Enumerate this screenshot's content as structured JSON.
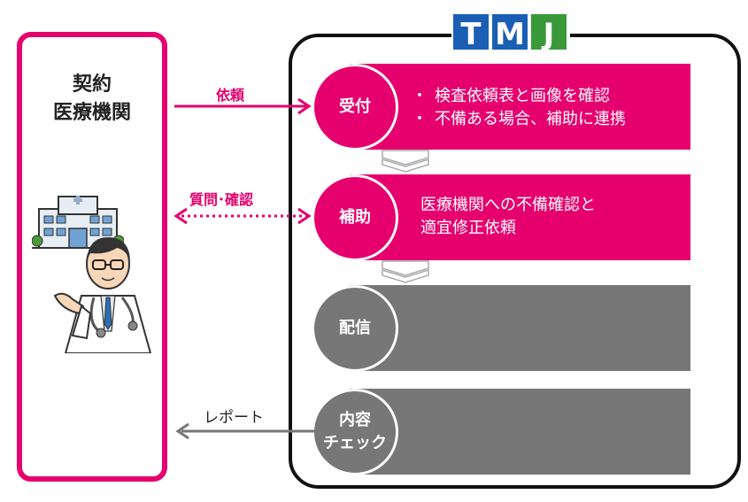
{
  "client": {
    "title_line1": "契約",
    "title_line2": "医療機関"
  },
  "logo": {
    "letters": [
      "T",
      "M",
      "J"
    ],
    "colors": {
      "t": "#1a5fb4",
      "m": "#1a5fb4",
      "j": "#3a9a3a"
    }
  },
  "steps": [
    {
      "circle": "受付",
      "lines": [
        "検査依頼表と画像を確認",
        "不備ある場合、補助に連携"
      ],
      "bullets": true,
      "color": "pink"
    },
    {
      "circle": "補助",
      "lines": [
        "医療機関への不備確認と",
        "適宜修正依頼"
      ],
      "bullets": false,
      "color": "pink"
    },
    {
      "circle": "配信",
      "lines": [],
      "bullets": false,
      "color": "gray"
    },
    {
      "circle_line1": "内容",
      "circle_line2": "チェック",
      "lines": [],
      "bullets": false,
      "color": "gray"
    }
  ],
  "arrows": {
    "request": "依頼",
    "inquiry": "質問･確認",
    "report": "レポート"
  },
  "bullet_mark": "・",
  "colors": {
    "accent": "#e5006e",
    "gray": "#777777",
    "frame": "#111111"
  }
}
